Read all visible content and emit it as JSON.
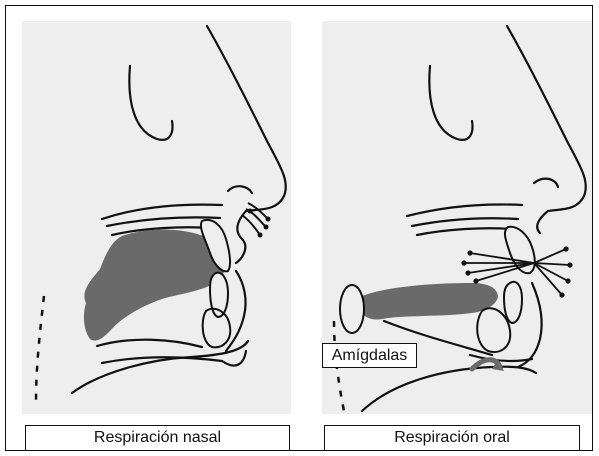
{
  "captions": {
    "nasal": "Respiración nasal",
    "oral": "Respiración oral"
  },
  "labels": {
    "tonsils": "Amígdalas"
  },
  "colors": {
    "panel_bg": "#eeeeee",
    "tongue": "#6a6a6a",
    "line": "#111111"
  }
}
